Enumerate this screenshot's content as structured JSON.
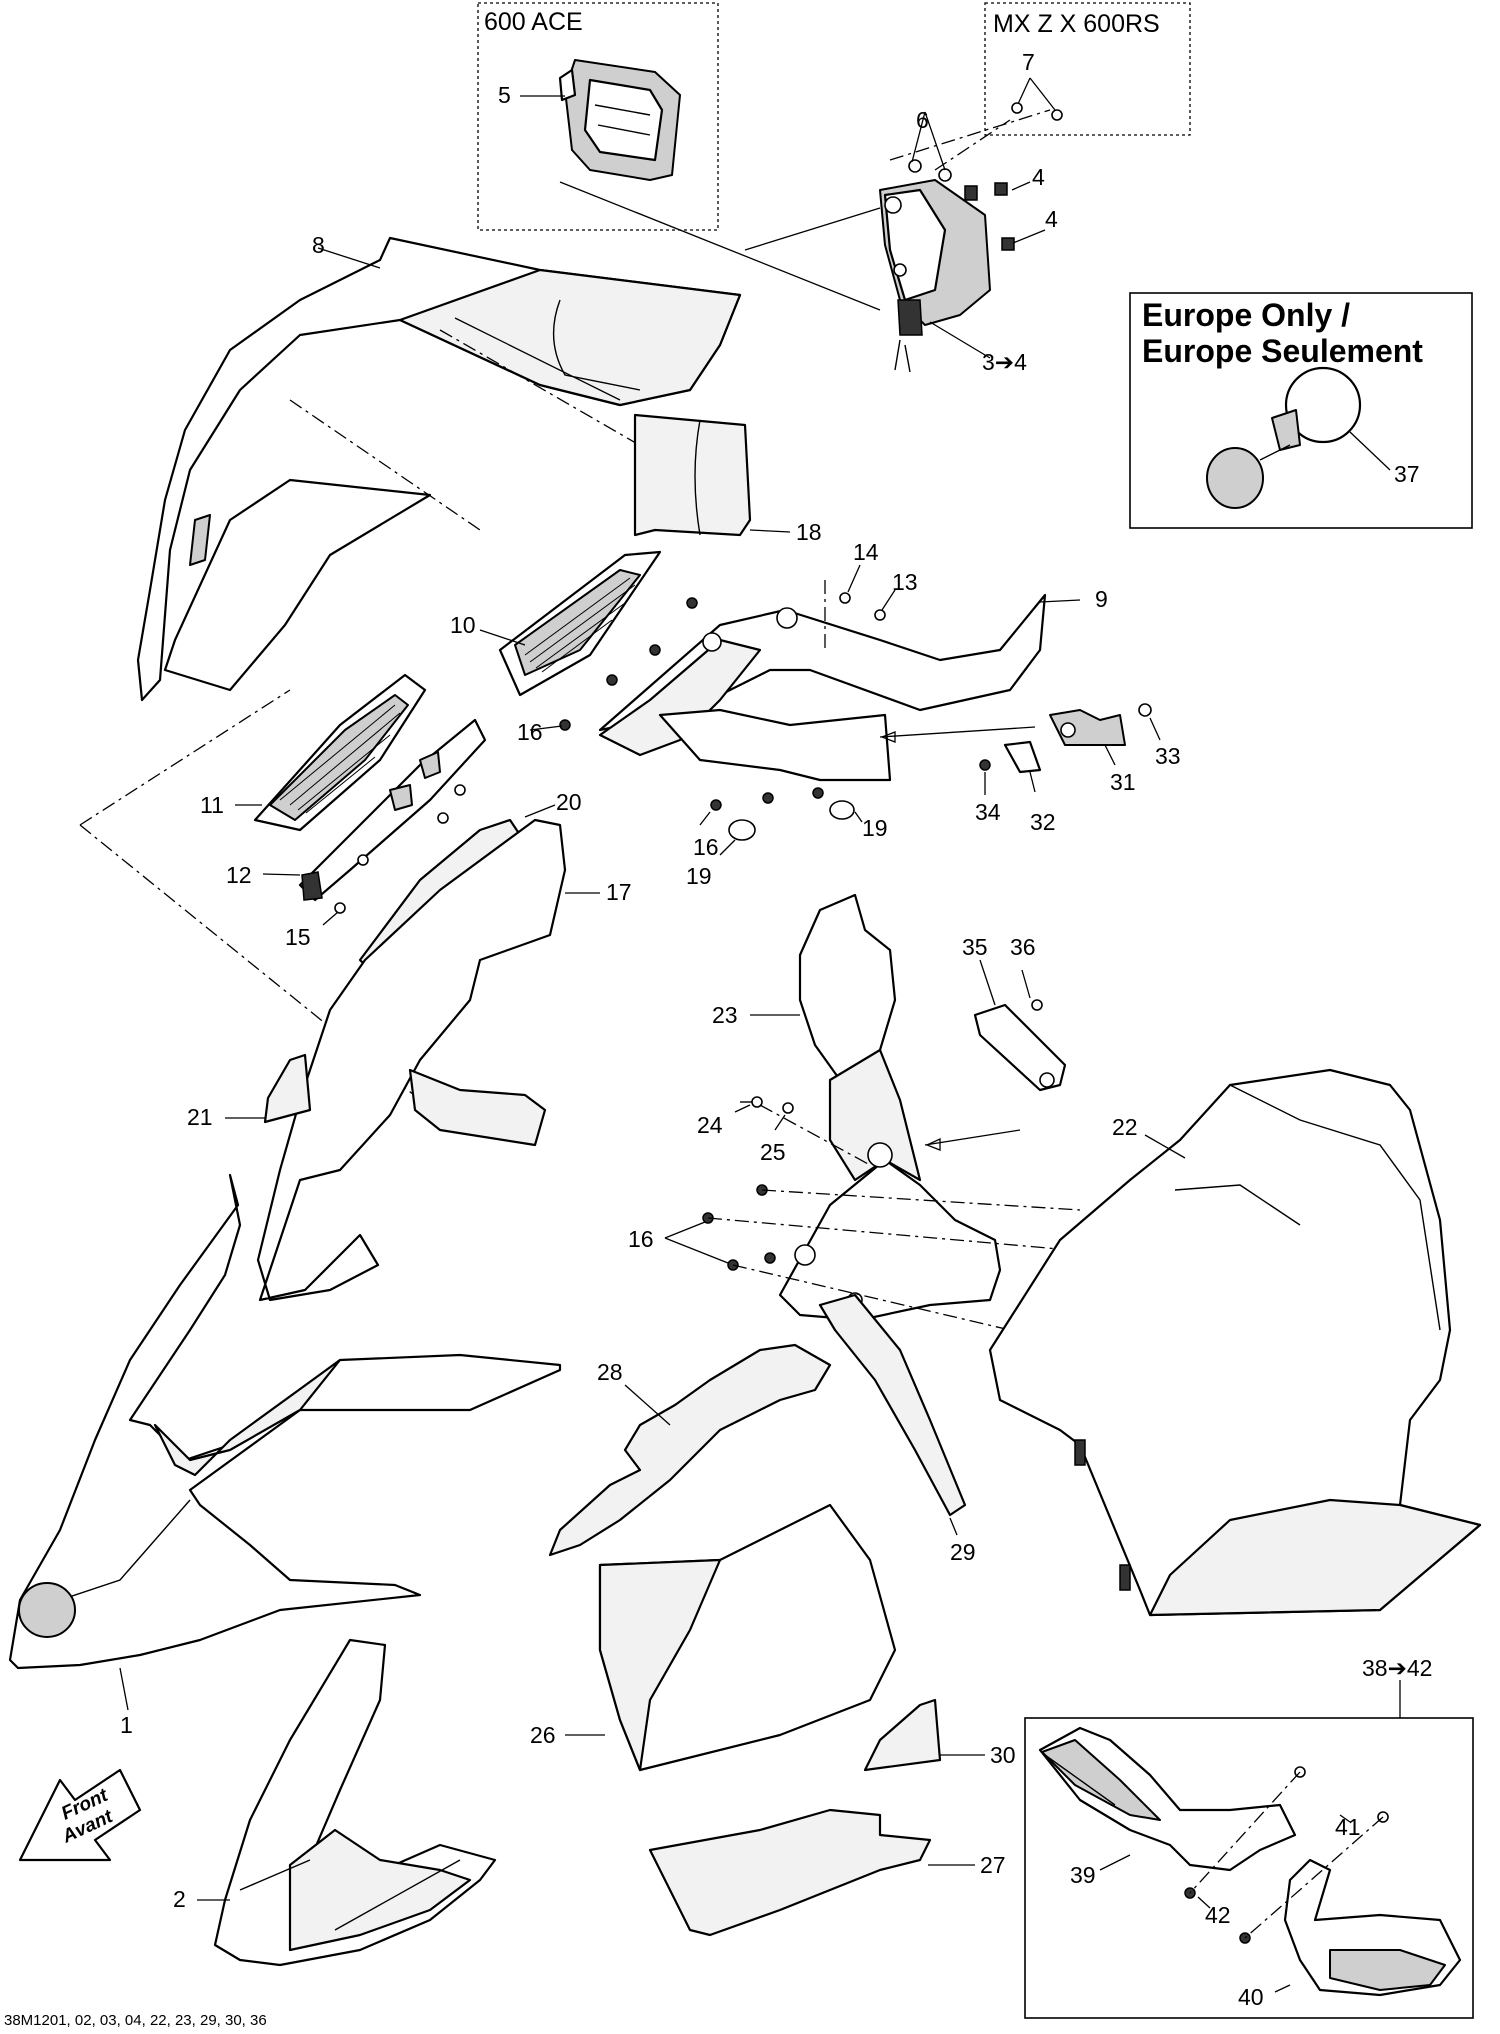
{
  "boxes": {
    "ace_title": "600 ACE",
    "mxz_title": "MX Z X 600RS",
    "europe_line1": "Europe Only /",
    "europe_line2": "Europe Seulement",
    "kit_label": "38➔42"
  },
  "front_arrow": {
    "line1": "Front",
    "line2": "Avant"
  },
  "footer_code": "38M1201, 02, 03, 04, 22, 23, 29, 30, 36",
  "callouts": {
    "c1": "1",
    "c2": "2",
    "c3_4": "3➔4",
    "c4a": "4",
    "c4b": "4",
    "c5": "5",
    "c6": "6",
    "c7": "7",
    "c8": "8",
    "c9": "9",
    "c10": "10",
    "c11": "11",
    "c12": "12",
    "c13": "13",
    "c14": "14",
    "c15": "15",
    "c16a": "16",
    "c16b": "16",
    "c16c": "16",
    "c17": "17",
    "c18": "18",
    "c19a": "19",
    "c19b": "19",
    "c20": "20",
    "c21": "21",
    "c22": "22",
    "c23": "23",
    "c24": "24",
    "c25": "25",
    "c26": "26",
    "c27": "27",
    "c28": "28",
    "c29": "29",
    "c30": "30",
    "c31": "31",
    "c32": "32",
    "c33": "33",
    "c34": "34",
    "c35": "35",
    "c36": "36",
    "c37": "37",
    "c39": "39",
    "c40": "40",
    "c41": "41",
    "c42": "42"
  }
}
